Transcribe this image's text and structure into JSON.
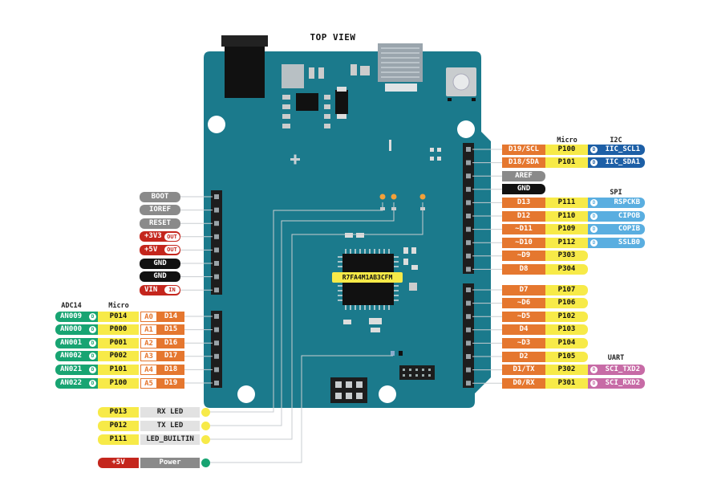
{
  "title": "TOP VIEW",
  "chip_label": "R7FA4M1AB3CFM",
  "headers": {
    "micro_right": "Micro",
    "i2c": "I2C",
    "spi": "SPI",
    "uart": "UART",
    "adc14": "ADC14",
    "micro_left": "Micro"
  },
  "colors": {
    "board": "#1b7a8c",
    "header": "#1d1d1d",
    "orange": "#e5772f",
    "yellow": "#f7ea48",
    "green": "#18a472",
    "gray": "#8a8a8a",
    "red": "#c4261d",
    "blue_dark": "#1d5fa6",
    "blue_light": "#5aaee0",
    "pink": "#c76ba6",
    "black": "#111111"
  },
  "power_pins": [
    {
      "label": "BOOT",
      "tag": ""
    },
    {
      "label": "IOREF",
      "tag": ""
    },
    {
      "label": "RESET",
      "tag": ""
    },
    {
      "label": "+3V3",
      "tag": "OUT"
    },
    {
      "label": "+5V",
      "tag": "OUT"
    },
    {
      "label": "GND",
      "tag": ""
    },
    {
      "label": "GND",
      "tag": ""
    },
    {
      "label": "VIN",
      "tag": "IN"
    }
  ],
  "analog_pins": [
    {
      "adc": "AN009",
      "micro": "P014",
      "a": "A0",
      "d": "D14"
    },
    {
      "adc": "AN000",
      "micro": "P000",
      "a": "A1",
      "d": "D15"
    },
    {
      "adc": "AN001",
      "micro": "P001",
      "a": "A2",
      "d": "D16"
    },
    {
      "adc": "AN002",
      "micro": "P002",
      "a": "A3",
      "d": "D17"
    },
    {
      "adc": "AN021",
      "micro": "P101",
      "a": "A4",
      "d": "D18"
    },
    {
      "adc": "AN022",
      "micro": "P100",
      "a": "A5",
      "d": "D19"
    }
  ],
  "d_badge": "D",
  "right_top": [
    {
      "pin": "D19/SCL",
      "micro": "P100",
      "fn": "IIC_SCL1"
    },
    {
      "pin": "D18/SDA",
      "micro": "P101",
      "fn": "IIC_SDA1"
    }
  ],
  "aref": "AREF",
  "gnd_right": "GND",
  "spi_pins": [
    {
      "pin": "D13",
      "micro": "P111",
      "fn": "RSPCKB"
    },
    {
      "pin": "D12",
      "micro": "P110",
      "fn": "CIPOB"
    },
    {
      "pin": "~D11",
      "micro": "P109",
      "fn": "COPIB"
    },
    {
      "pin": "~D10",
      "micro": "P112",
      "fn": "SSLB0"
    }
  ],
  "digital_pins": [
    {
      "pin": "~D9",
      "micro": "P303"
    },
    {
      "pin": "D8",
      "micro": "P304"
    },
    {
      "pin": "D7",
      "micro": "P107"
    },
    {
      "pin": "~D6",
      "micro": "P106"
    },
    {
      "pin": "~D5",
      "micro": "P102"
    },
    {
      "pin": "D4",
      "micro": "P103"
    },
    {
      "pin": "~D3",
      "micro": "P104"
    },
    {
      "pin": "D2",
      "micro": "P105"
    }
  ],
  "uart_pins": [
    {
      "pin": "D1/TX",
      "micro": "P302",
      "fn": "SCI_TXD2"
    },
    {
      "pin": "D0/RX",
      "micro": "P301",
      "fn": "SCI_RXD2"
    }
  ],
  "leds": [
    {
      "micro": "P013",
      "name": "RX LED"
    },
    {
      "micro": "P012",
      "name": "TX LED"
    },
    {
      "micro": "P111",
      "name": "LED_BUILTIN"
    }
  ],
  "power_led": {
    "rail": "+5V",
    "name": "Power"
  }
}
